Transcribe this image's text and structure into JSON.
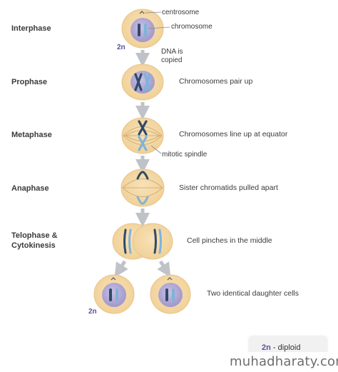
{
  "phases": [
    {
      "label": "Interphase",
      "description": ""
    },
    {
      "label": "Prophase",
      "description": "Chromosomes pair up"
    },
    {
      "label": "Metaphase",
      "description": "Chromosomes line up at equator"
    },
    {
      "label": "Anaphase",
      "description": "Sister chromatids pulled apart"
    },
    {
      "label": "Telophase & Cytokinesis",
      "label_line1": "Telophase &",
      "label_line2": "Cytokinesis",
      "description": "Cell pinches in the middle"
    },
    {
      "label": "",
      "description": "Two identical daughter cells"
    }
  ],
  "callouts": {
    "centrosome": "centrosome",
    "chromosome": "chromosome",
    "dna_copied_line1": "DNA is",
    "dna_copied_line2": "copied",
    "mitotic_spindle": "mitotic spindle"
  },
  "ploidy": {
    "parent": "2n",
    "daughter": "2n"
  },
  "legend": {
    "symbol": "2n",
    "separator": "-",
    "meaning": "diploid"
  },
  "watermark": "muhadharaty.com",
  "colors": {
    "cell_fill": "#f5d9a8",
    "cell_stroke": "#e8c48a",
    "nucleus": "#b9b0d9",
    "chromosome_dark": "#2e4a6b",
    "chromosome_light": "#7fb3d9",
    "arrow": "#bfc3c8",
    "spindle": "#c9a46a",
    "ploidy_text": "#5b4f9a"
  }
}
